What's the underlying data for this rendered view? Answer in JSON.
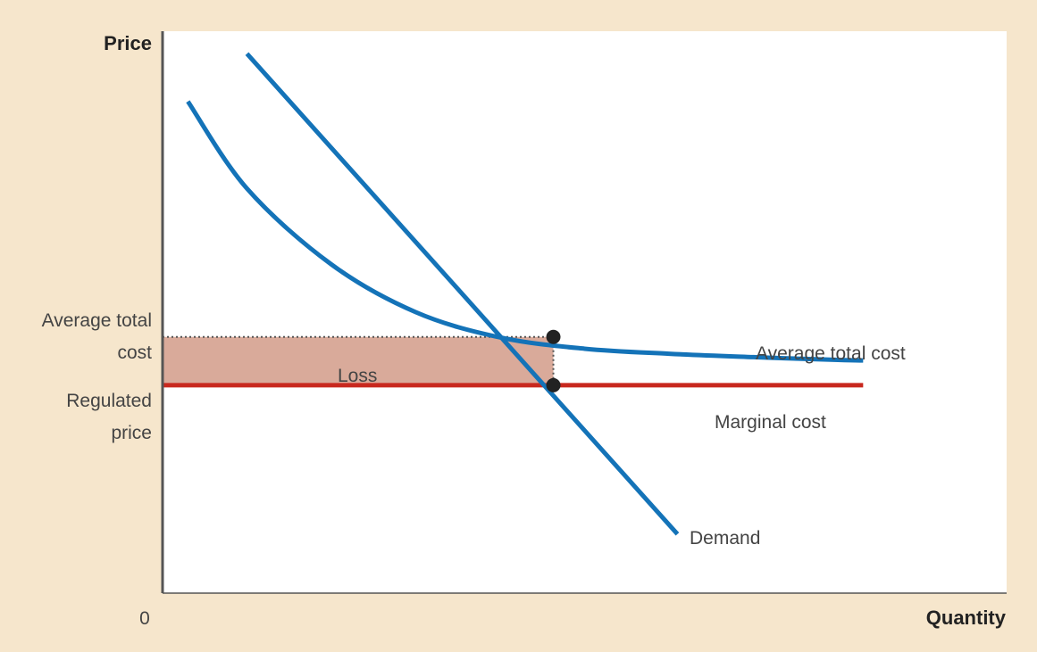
{
  "chart_data": {
    "type": "line",
    "title": "",
    "xlabel": "Quantity",
    "ylabel": "Price",
    "xlim": [
      0,
      10
    ],
    "ylim": [
      0,
      10
    ],
    "origin_label": "0",
    "grid": false,
    "legend": "none",
    "y_tick_labels": {
      "atc_line1": "Average total",
      "atc_line2": "cost",
      "price_line1": "Regulated",
      "price_line2": "price"
    },
    "series": [
      {
        "name": "Demand",
        "color": "#1473b8",
        "x": [
          1.0,
          6.1
        ],
        "y": [
          9.6,
          1.05
        ]
      },
      {
        "name": "Average total cost",
        "color": "#1473b8",
        "x": [
          0.3,
          1.0,
          2.0,
          3.0,
          4.0,
          5.0,
          6.0,
          7.0,
          8.0,
          8.3
        ],
        "y": [
          8.75,
          7.2,
          5.85,
          5.0,
          4.55,
          4.35,
          4.26,
          4.2,
          4.15,
          4.14
        ]
      },
      {
        "name": "Marginal cost",
        "color": "#c8281e",
        "x": [
          0.0,
          8.3
        ],
        "y": [
          3.7,
          3.7
        ]
      }
    ],
    "regulated_price": 3.7,
    "average_total_cost_at_q": 4.56,
    "quantity": 4.63,
    "points": [
      {
        "x": 4.63,
        "y": 4.56
      },
      {
        "x": 4.63,
        "y": 3.7
      }
    ],
    "annotations": {
      "loss": "Loss"
    },
    "colors": {
      "background": "#f6e6cc",
      "plot_background": "#ffffff",
      "loss_fill": "#d9aa9a",
      "curve": "#1473b8",
      "marginal_cost": "#c8281e",
      "axis": "#555555"
    }
  }
}
